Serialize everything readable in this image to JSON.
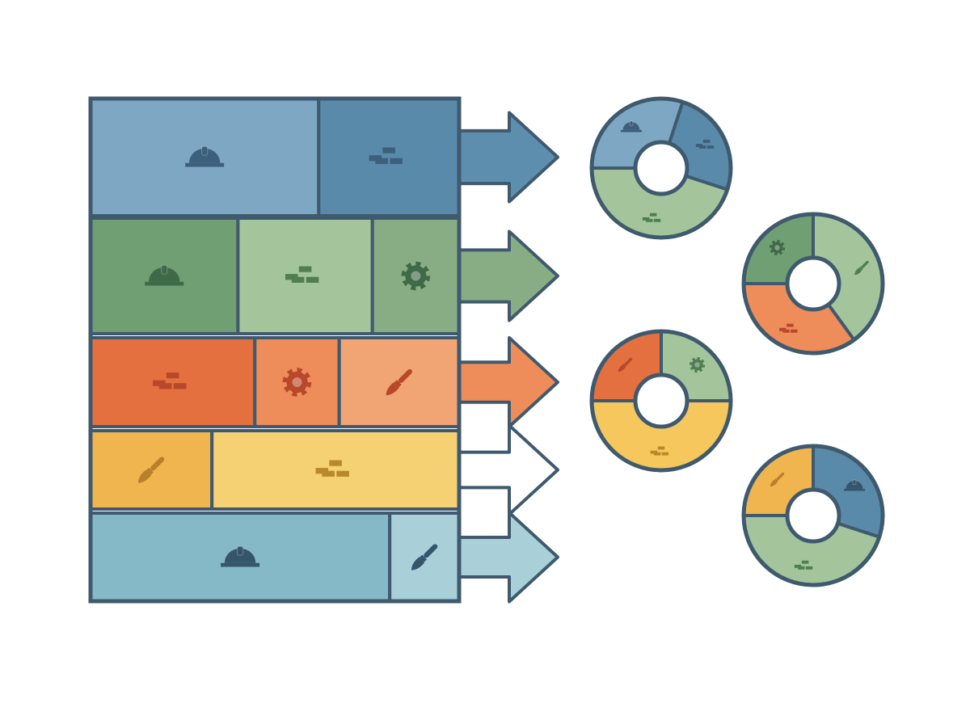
{
  "palette": {
    "outline": "#3f5a6e",
    "icon_on_light": "#4a6f52",
    "rows": [
      {
        "name": "blue",
        "tiles": [
          "#7ea7c4",
          "#5a8aaa"
        ],
        "arrow": "#5e8eae",
        "icons": [
          "#3c5f7b",
          "#3c5f7b"
        ]
      },
      {
        "name": "green",
        "tiles": [
          "#6f9f73",
          "#a4c59b",
          "#88ad85"
        ],
        "arrow": "#88ad85",
        "icons": [
          "#3f6a47",
          "#4f7e52",
          "#3f6a47"
        ]
      },
      {
        "name": "orange",
        "tiles": [
          "#e3703e",
          "#ee8c5a",
          "#f1a474"
        ],
        "arrow": "#ee8c5a",
        "icons": [
          "#b8482a",
          "#b8482a",
          "#b8482a"
        ]
      },
      {
        "name": "yellow",
        "tiles": [
          "#f0b54f",
          "#f5d173"
        ],
        "arrow": "#ffffff",
        "icons": [
          "#b8802a",
          "#b8892a"
        ]
      },
      {
        "name": "light-blue",
        "tiles": [
          "#86b9c8",
          "#a9d0d9"
        ],
        "arrow": "#a9d0d9",
        "icons": [
          "#34556b",
          "#34556b"
        ]
      }
    ]
  },
  "stack": [
    {
      "row": 0,
      "tiles": [
        {
          "icon": "hardhat-icon",
          "weight": 2.6
        },
        {
          "icon": "bricks-icon",
          "weight": 1.6
        }
      ]
    },
    {
      "row": 1,
      "tiles": [
        {
          "icon": "hardhat-icon",
          "weight": 1.7
        },
        {
          "icon": "bricks-icon",
          "weight": 1.55
        },
        {
          "icon": "gear-icon",
          "weight": 1.0
        }
      ]
    },
    {
      "row": 2,
      "tiles": [
        {
          "icon": "bricks-icon",
          "weight": 1.85
        },
        {
          "icon": "gear-icon",
          "weight": 0.95
        },
        {
          "icon": "brush-icon",
          "weight": 1.35
        }
      ]
    },
    {
      "row": 3,
      "tiles": [
        {
          "icon": "brush-icon",
          "weight": 1.4
        },
        {
          "icon": "bricks-icon",
          "weight": 2.85
        }
      ]
    },
    {
      "row": 4,
      "tiles": [
        {
          "icon": "hardhat-icon",
          "weight": 3.45
        },
        {
          "icon": "brush-icon",
          "weight": 0.8
        }
      ]
    }
  ],
  "donuts": [
    {
      "segments": [
        {
          "color": "#7ea7c4",
          "icon": "hardhat-icon",
          "icon_color": "#3c5f7b",
          "share": 0.3
        },
        {
          "color": "#5a8aaa",
          "icon": "bricks-icon",
          "icon_color": "#3c5f7b",
          "share": 0.25
        },
        {
          "color": "#a4c59b",
          "icon": "bricks-icon",
          "icon_color": "#4f7e52",
          "share": 0.45
        }
      ]
    },
    {
      "segments": [
        {
          "color": "#6f9f73",
          "icon": "gear-icon",
          "icon_color": "#3f6a47",
          "share": 0.25
        },
        {
          "color": "#a4c59b",
          "icon": "brush-icon",
          "icon_color": "#4f7e52",
          "share": 0.4
        },
        {
          "color": "#ee8c5a",
          "icon": "bricks-icon",
          "icon_color": "#b8482a",
          "share": 0.35
        }
      ]
    },
    {
      "segments": [
        {
          "color": "#e3703e",
          "icon": "brush-icon",
          "icon_color": "#b8482a",
          "share": 0.25
        },
        {
          "color": "#a4c59b",
          "icon": "gear-icon",
          "icon_color": "#4f7e52",
          "share": 0.25
        },
        {
          "color": "#f5c75c",
          "icon": "bricks-icon",
          "icon_color": "#b8892a",
          "share": 0.5
        }
      ]
    },
    {
      "segments": [
        {
          "color": "#f0b54f",
          "icon": "brush-icon",
          "icon_color": "#b8802a",
          "share": 0.25
        },
        {
          "color": "#5a8aaa",
          "icon": "hardhat-icon",
          "icon_color": "#34556b",
          "share": 0.3
        },
        {
          "color": "#a4c59b",
          "icon": "bricks-icon",
          "icon_color": "#4f7e52",
          "share": 0.45
        }
      ]
    }
  ]
}
